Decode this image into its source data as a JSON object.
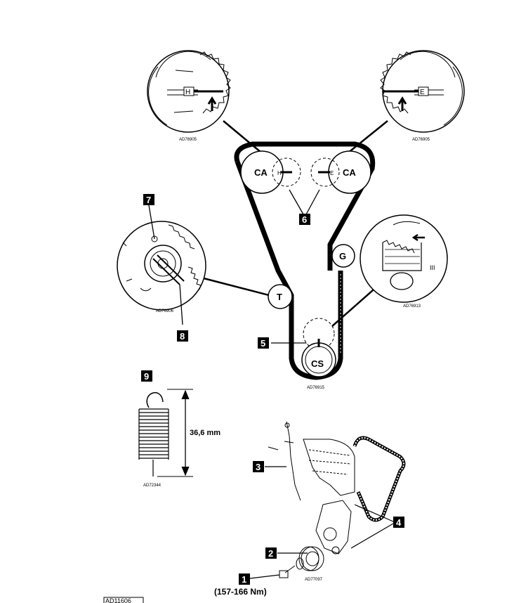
{
  "pulleys": {
    "camshaft_left": "CA",
    "camshaft_right": "CA",
    "tensioner": "T",
    "idler": "G",
    "crankshaft": "CS"
  },
  "marks": {
    "intake_letter": "H",
    "exhaust_letter": "E",
    "pump_mark": "III"
  },
  "callouts": [
    "1",
    "2",
    "3",
    "4",
    "5",
    "6",
    "7",
    "8",
    "9"
  ],
  "dimension": "36,6 mm",
  "torque": "(157-166 Nm)",
  "drawing_codes": {
    "cam_left_detail": "AD76905",
    "cam_right_detail": "AD76905",
    "tensioner_detail": "AD76906",
    "pump_detail": "AD76913",
    "belt_layout": "AD76915",
    "spring": "AD72344",
    "assembly": "AD77097",
    "figure": "AD11606"
  }
}
